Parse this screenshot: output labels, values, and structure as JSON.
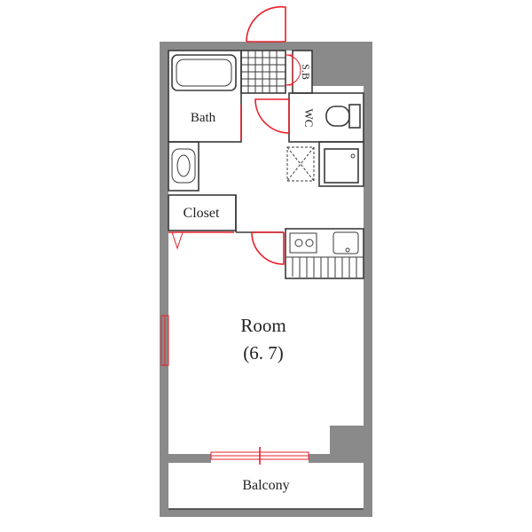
{
  "rooms": {
    "bath": "Bath",
    "storage": "S.B",
    "wc": "WC",
    "closet": "Closet",
    "room": "Room",
    "room_size": "(6. 7)",
    "balcony": "Balcony"
  },
  "colors": {
    "wall": "#8a8a8a",
    "door": "#e8202a",
    "line": "#3a3a3a"
  }
}
